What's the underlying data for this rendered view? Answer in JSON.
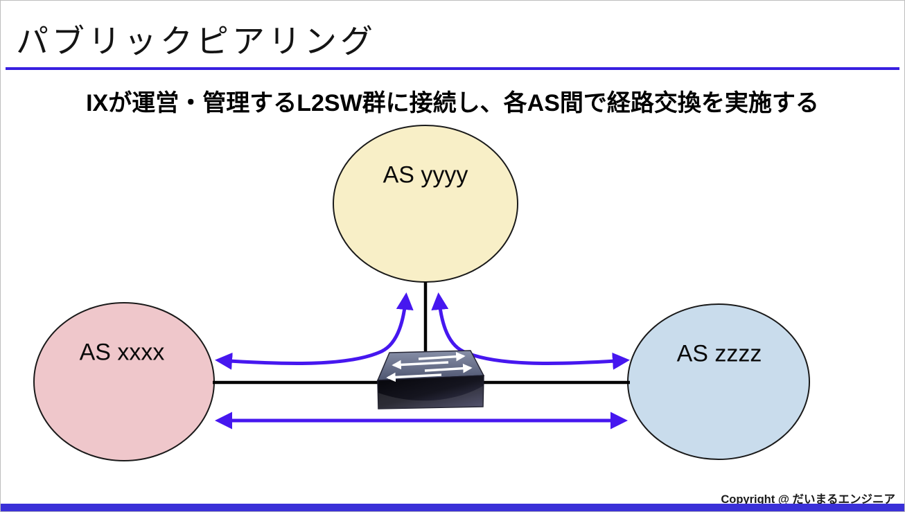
{
  "slide": {
    "title": "パブリックピアリング",
    "subtitle": "IXが運営・管理するL2SW群に接続し、各AS間で経路交換を実施する",
    "copyright": "Copyright @ だいまるエンジニア"
  },
  "nodes": {
    "top": {
      "label": "AS yyyy"
    },
    "left": {
      "label": "AS xxxx"
    },
    "right": {
      "label": "AS zzzz"
    }
  },
  "icons": {
    "switch": "l2-switch-icon"
  },
  "colors": {
    "accent_line": "#381fe0",
    "footer_bar": "#3a30d8",
    "arrow": "#4617ef",
    "link_line": "#000000",
    "node_top_fill": "#f8efc7",
    "node_left_fill": "#efc7cb",
    "node_right_fill": "#c9dcec",
    "node_stroke": "#1a1a1a"
  }
}
